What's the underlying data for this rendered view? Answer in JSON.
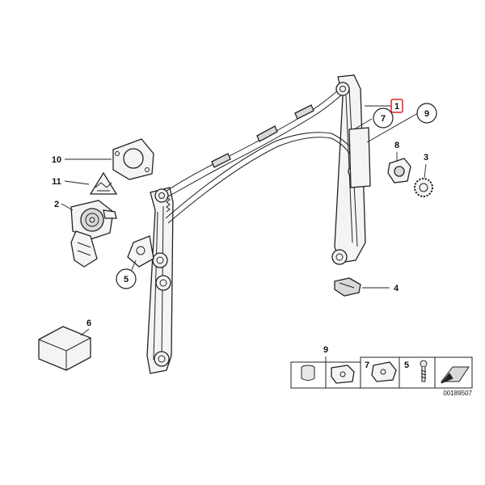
{
  "diagram": {
    "callouts": {
      "c1": "1",
      "c2": "2",
      "c3": "3",
      "c4": "4",
      "c5": "5",
      "c6": "6",
      "c7": "7",
      "c8": "8",
      "c9": "9",
      "c10": "10",
      "c11": "11"
    },
    "highlight_color": "#e02020",
    "legend": {
      "group1_number": "9",
      "group2_numbers": [
        "7",
        "5"
      ],
      "doc_number": "00189507"
    }
  }
}
